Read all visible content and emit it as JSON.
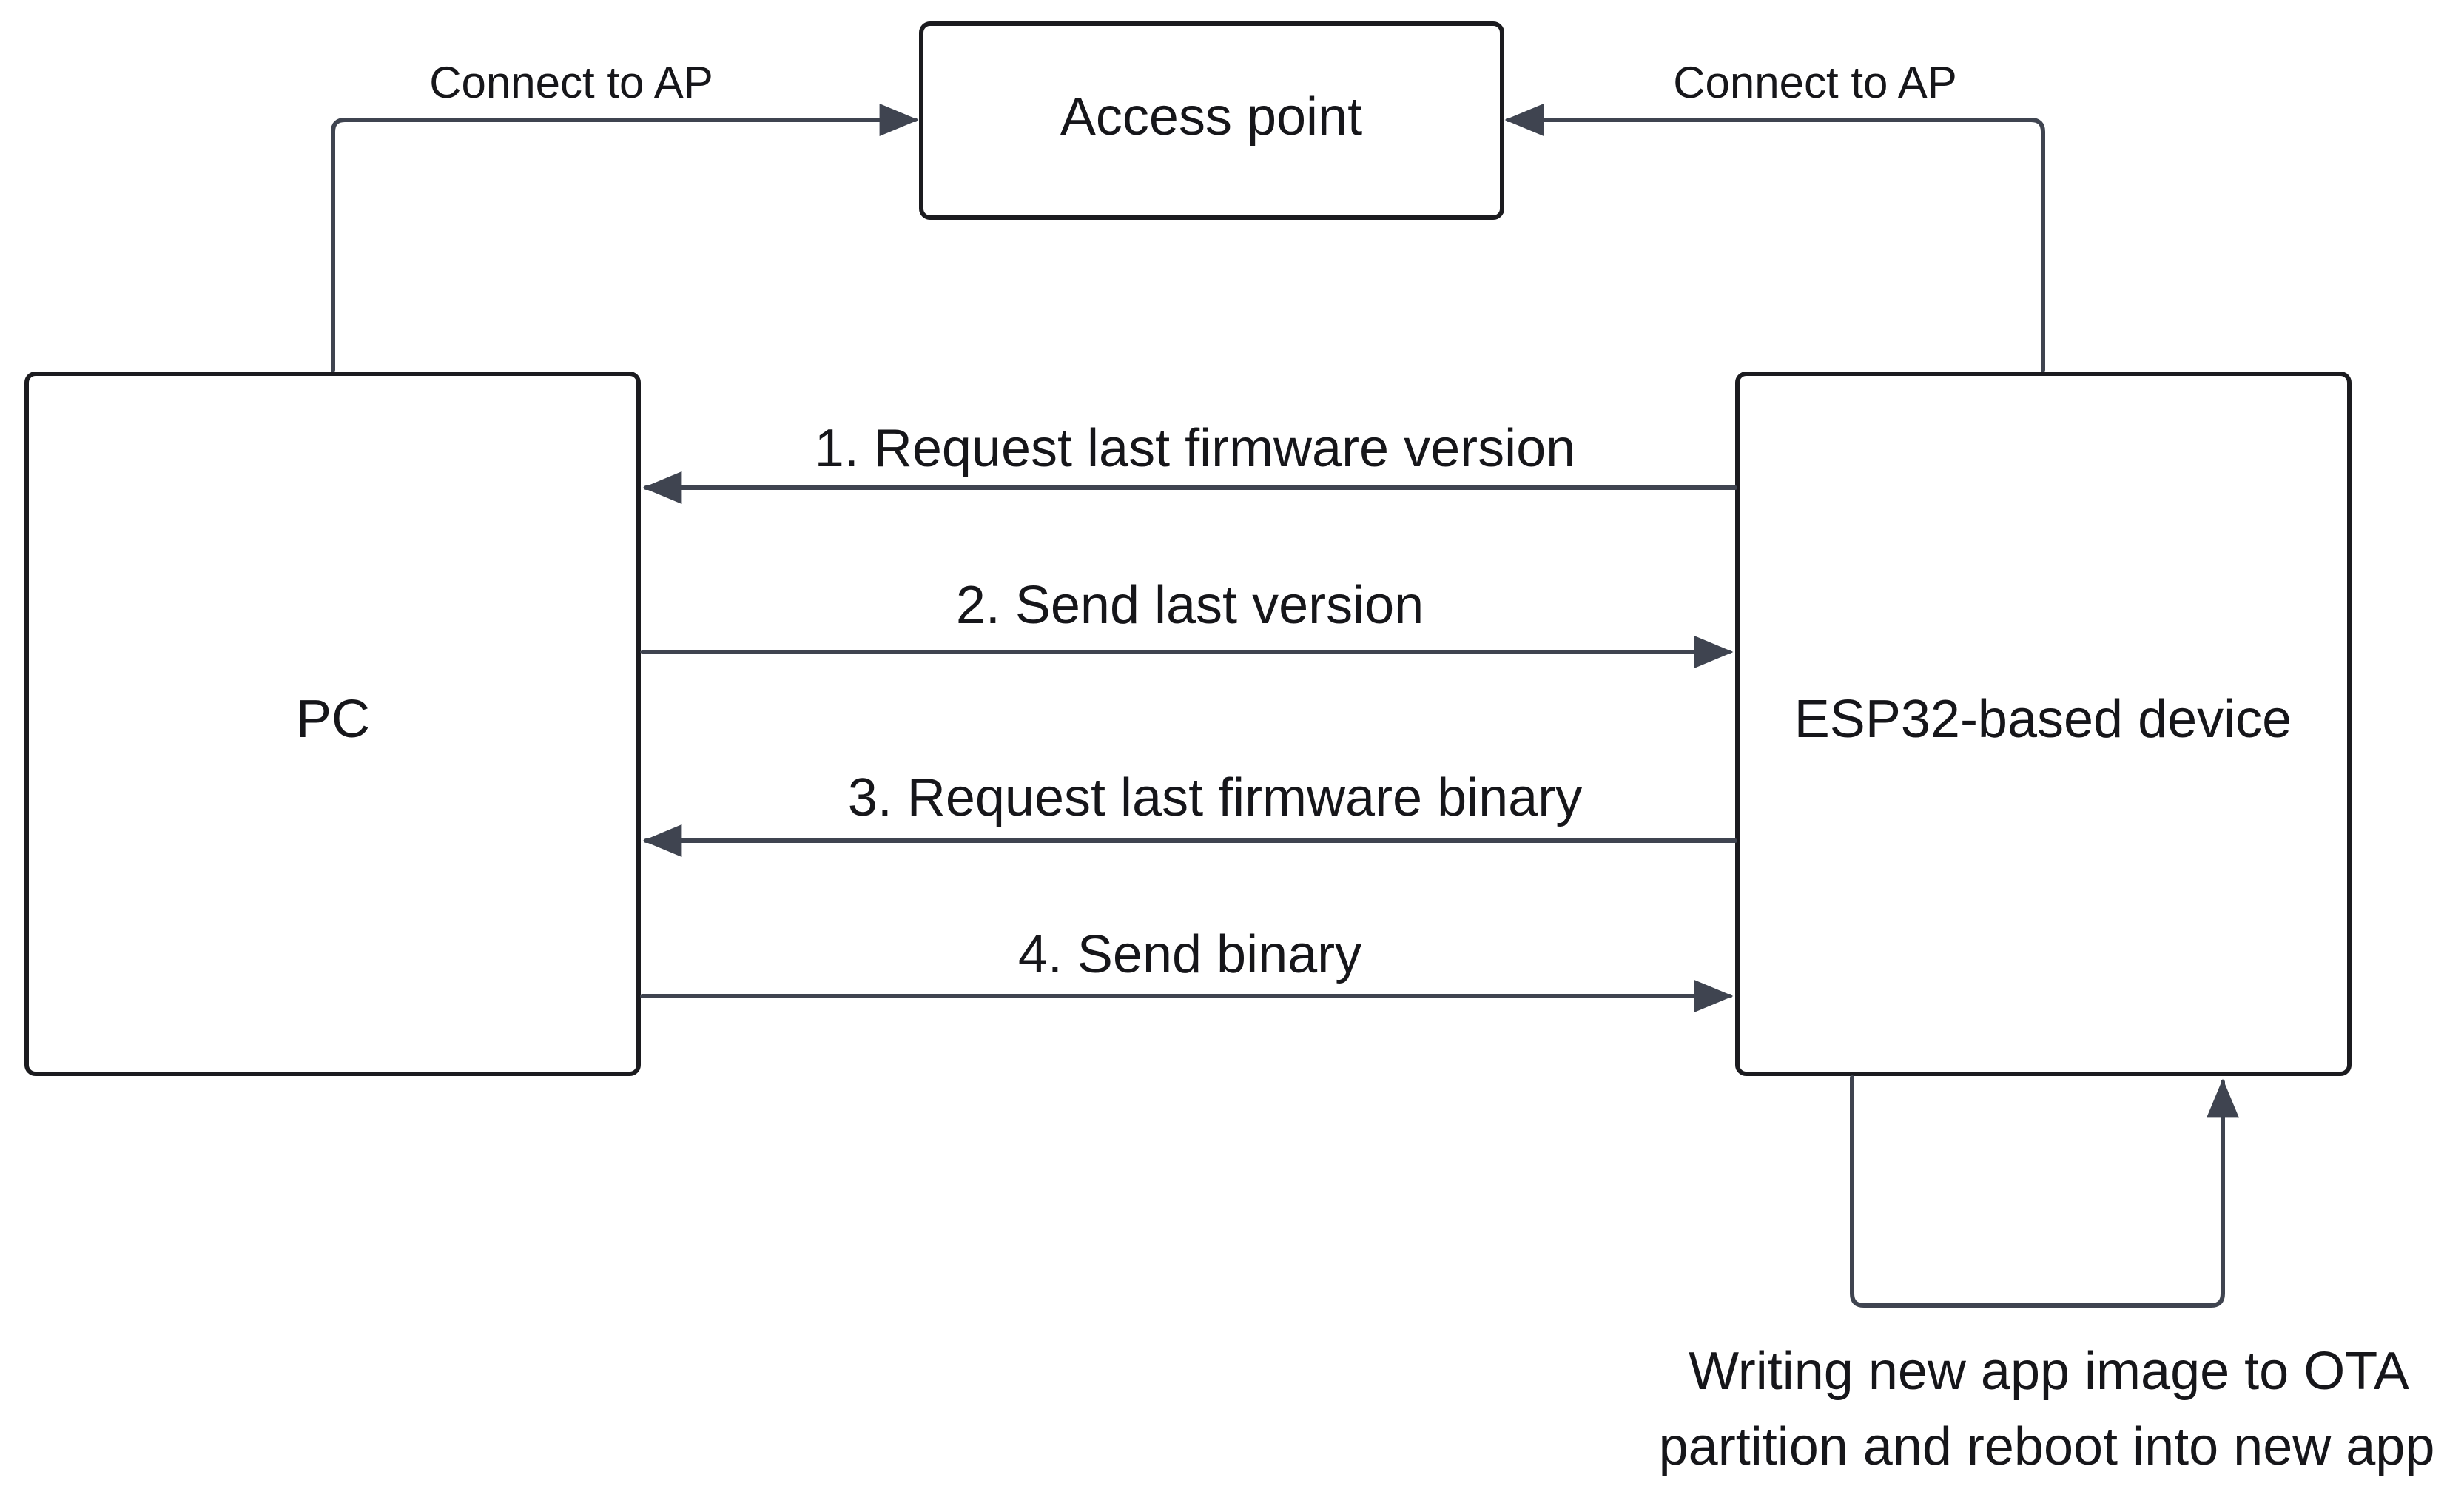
{
  "diagram": {
    "nodes": {
      "access_point": "Access point",
      "pc": "PC",
      "device": "ESP32-based device"
    },
    "edges": {
      "pc_connect": "Connect to AP",
      "device_connect": "Connect to AP",
      "step1": "1.  Request last firmware version",
      "step2": "2. Send last version",
      "step3": "3. Request last firmware binary",
      "step4": "4. Send binary",
      "self_loop_line1": "Writing new app image to OTA",
      "self_loop_line2": "partition and reboot into new app"
    }
  },
  "colors": {
    "edge": "#3f4450",
    "node_border": "#1b1b1f",
    "text": "#16161a"
  }
}
